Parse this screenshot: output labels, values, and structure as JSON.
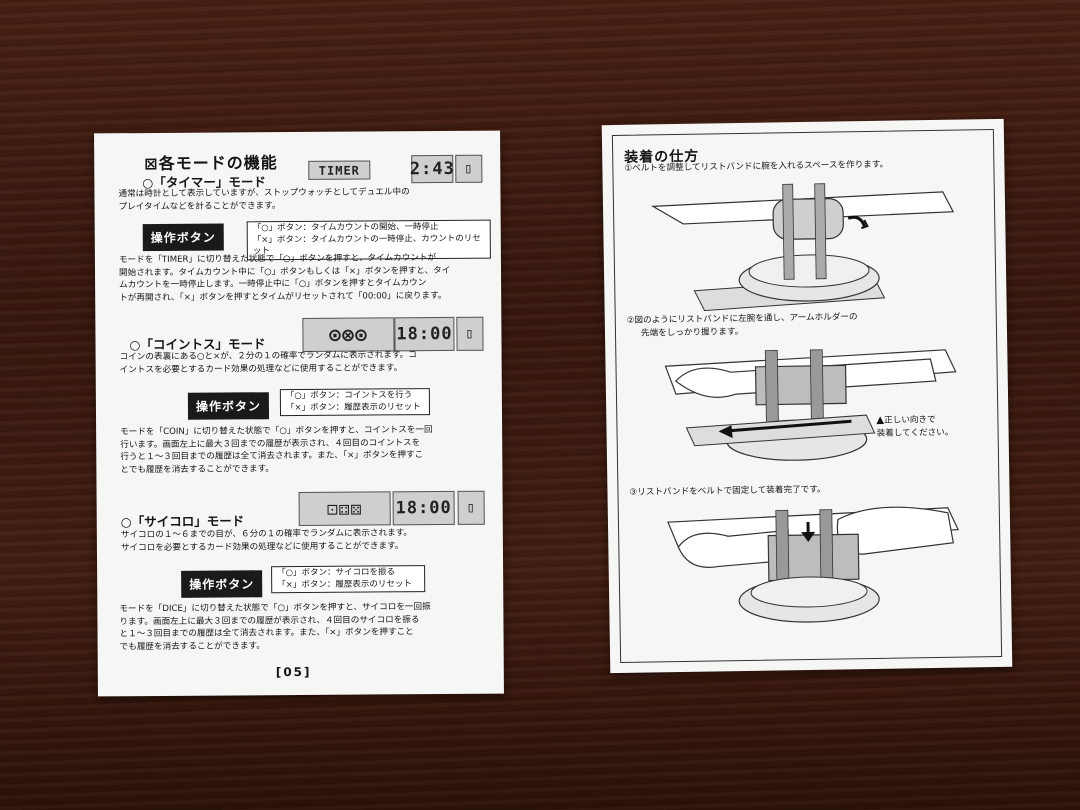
{
  "left_page": {
    "title": "⊠各モードの機能",
    "timer": {
      "heading": "○「タイマー」モード",
      "lcd_label": "TIMER",
      "lcd_time": "2:43",
      "description": [
        "通常は時計として表示していますが、ストップウォッチとしてデュエル中の",
        "プレイタイムなどを計ることができます。"
      ],
      "op_label": "操作ボタン",
      "op_lines": [
        "「○」ボタン：タイムカウントの開始、一時停止",
        "「×」ボタン：タイムカウントの一時停止、カウントのリセット"
      ],
      "detail": [
        "モードを「TIMER」に切り替えた状態で「○」ボタンを押すと、タイムカウントが",
        "開始されます。タイムカウント中に「○」ボタンもしくは「×」ボタンを押すと、タイ",
        "ムカウントを一時停止します。一時停止中に「○」ボタンを押すとタイムカウン",
        "トが再開され、「×」ボタンを押すとタイムがリセットされて「00:00」に戻ります。"
      ]
    },
    "coin": {
      "heading": "○「コイントス」モード",
      "lcd_time": "18:00",
      "description": [
        "コインの表裏にある○と×が、２分の１の確率でランダムに表示されます。コ",
        "イントスを必要とするカード効果の処理などに使用することができます。"
      ],
      "op_label": "操作ボタン",
      "op_lines": [
        "「○」ボタン：コイントスを行う",
        "「×」ボタン：履歴表示のリセット"
      ],
      "detail": [
        "モードを「COIN」に切り替えた状態で「○」ボタンを押すと、コイントスを一回",
        "行います。画面左上に最大３回までの履歴が表示され、４回目のコイントスを",
        "行うと１～３回目までの履歴は全て消去されます。また、「×」ボタンを押すこ",
        "とでも履歴を消去することができます。"
      ]
    },
    "dice": {
      "heading": "○「サイコロ」モード",
      "lcd_time": "18:00",
      "description": [
        "サイコロの１～６までの目が、６分の１の確率でランダムに表示されます。",
        "サイコロを必要とするカード効果の処理などに使用することができます。"
      ],
      "op_label": "操作ボタン",
      "op_lines": [
        "「○」ボタン：サイコロを振る",
        "「×」ボタン：履歴表示のリセット"
      ],
      "detail": [
        "モードを「DICE」に切り替えた状態で「○」ボタンを押すと、サイコロを一回振",
        "ります。画面左上に最大３回までの履歴が表示され、４回目のサイコロを振る",
        "と１～３回目までの履歴は全て消去されます。また、「×」ボタンを押すこと",
        "でも履歴を消去することができます。"
      ]
    },
    "page_number": "[05]"
  },
  "right_page": {
    "title": "装着の仕方",
    "step1": "①ベルトを調整してリストバンドに腕を入れるスペースを作ります。",
    "step2": [
      "②図のようにリストバンドに左腕を通し、アームホルダーの",
      "先端をしっかり握ります。"
    ],
    "caution": [
      "正しい向きで",
      "装着してください。"
    ],
    "step3": "③リストバンドをベルトで固定して装着完了です。"
  }
}
